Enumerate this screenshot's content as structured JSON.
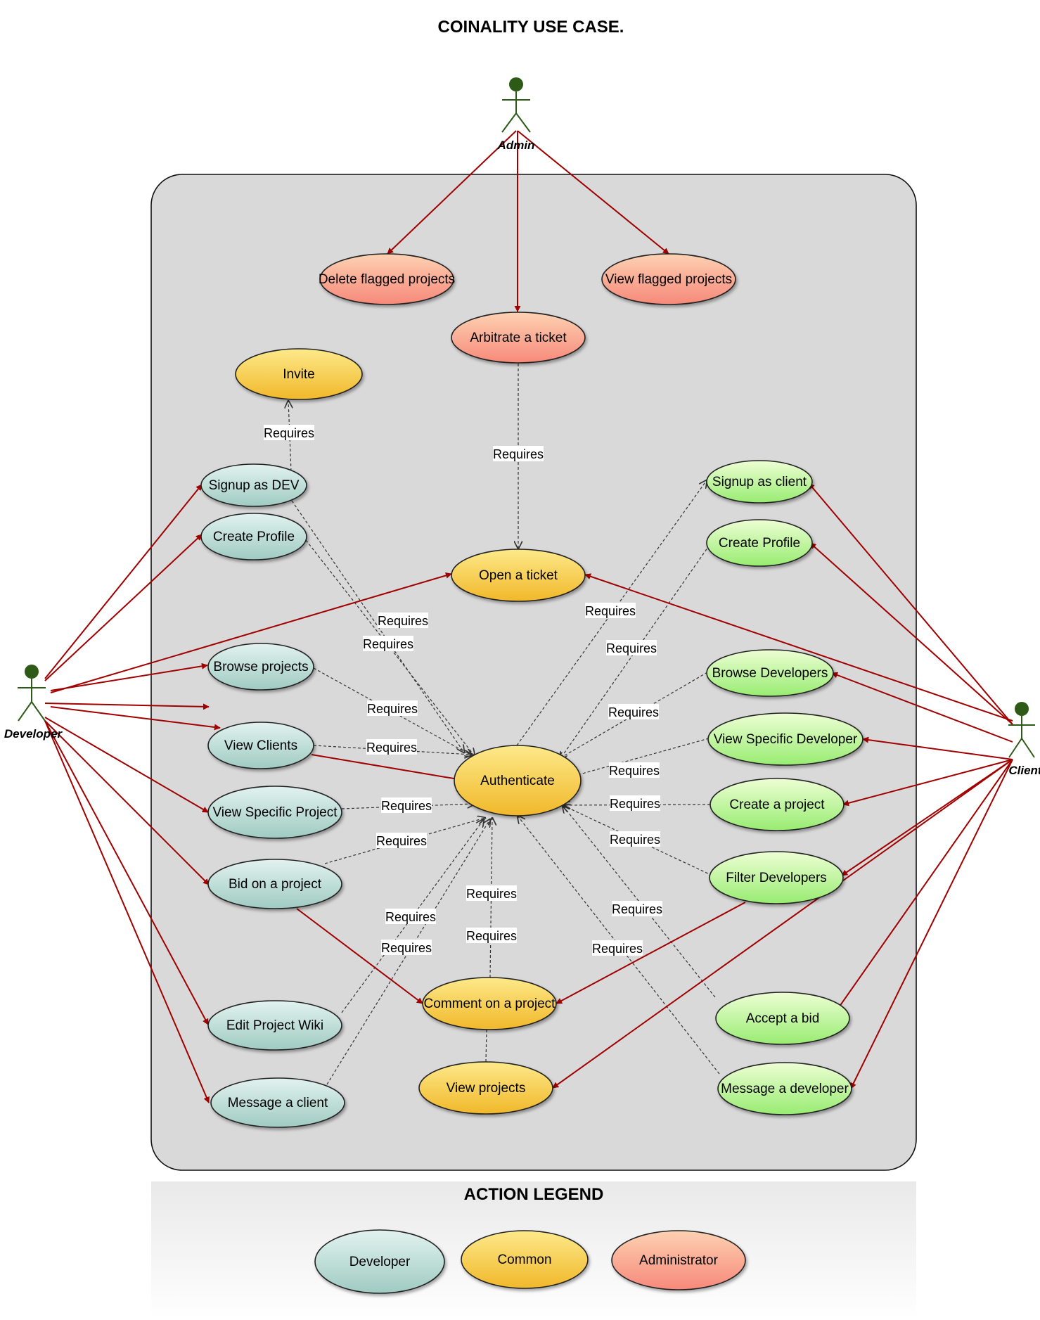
{
  "title": "COINALITY USE CASE.",
  "legend": {
    "title": "ACTION LEGEND",
    "items": [
      {
        "label": "Developer",
        "kind": "developer"
      },
      {
        "label": "Common",
        "kind": "common"
      },
      {
        "label": "Administrator",
        "kind": "admin"
      }
    ]
  },
  "actors": {
    "admin": "Admin",
    "developer": "Developer",
    "client": "Client"
  },
  "dependency_label": "Requires",
  "colors": {
    "developer": [
      "#e2f2ef",
      "#9fcbc2"
    ],
    "common": [
      "#fde98a",
      "#f1b82a"
    ],
    "admin": [
      "#fdd1b2",
      "#f7897a"
    ],
    "client": [
      "#edfed4",
      "#98ec72"
    ],
    "association": "#a00000",
    "actor": "#2e5a17",
    "boundary_fill": "#d9d9d9"
  },
  "use_cases": {
    "delete_flagged": "Delete flagged projects",
    "view_flagged": "View flagged projects",
    "arbitrate": "Arbitrate a ticket",
    "invite": "Invite",
    "signup_dev": "Signup as DEV",
    "create_profile_dev": "Create Profile",
    "open_ticket": "Open a ticket",
    "browse_projects": "Browse projects",
    "view_clients": "View Clients",
    "authenticate": "Authenticate",
    "view_specific_project": "View Specific Project",
    "bid_project": "Bid on a project",
    "edit_wiki": "Edit Project Wiki",
    "message_client": "Message a client",
    "comment_project": "Comment on a project",
    "view_projects": "View projects",
    "signup_client": "Signup as client",
    "create_profile_client": "Create Profile",
    "browse_developers": "Browse Developers",
    "view_specific_developer": "View Specific Developer",
    "create_project": "Create a project",
    "filter_developers": "Filter Developers",
    "accept_bid": "Accept a bid",
    "message_developer": "Message a developer"
  }
}
